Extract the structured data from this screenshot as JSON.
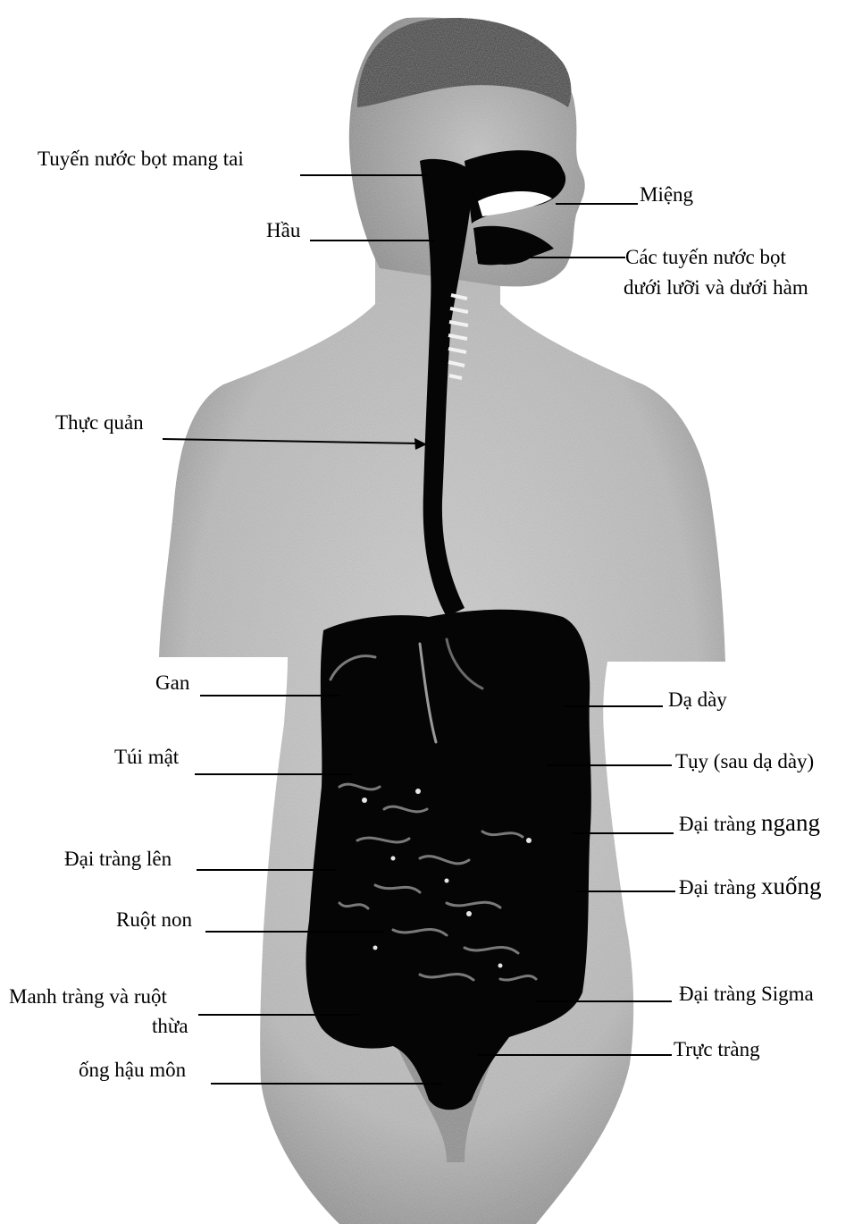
{
  "colors": {
    "ink": "#000000",
    "skin": "#c9c9c9",
    "skin_shadow": "#8a8a8a",
    "organ": "#050505",
    "background": "#ffffff"
  },
  "labels_left": {
    "parotid": "Tuyến nước bọt mang tai",
    "pharynx": "Hầu",
    "esophagus": "Thực quản",
    "liver": "Gan",
    "gallbladder": "Túi mật",
    "ascending_colon": "Đại tràng lên",
    "small_intestine": "Ruột non",
    "cecum_appendix_line1": "Manh tràng và ruột",
    "cecum_appendix_line2": "thừa",
    "anal_canal": "ống hậu môn"
  },
  "labels_right": {
    "mouth": "Miệng",
    "salivary_line1": "Các tuyến nước bọt",
    "salivary_line2": "dưới lưỡi và dưới hàm",
    "stomach": "Dạ dày",
    "pancreas": "Tụy (sau dạ dày)",
    "transverse_colon_prefix": "Đại tràng",
    "transverse_colon_word": "ngang",
    "descending_colon_prefix": "Đại tràng",
    "descending_colon_word": "xuống",
    "sigmoid_colon": "Đại tràng Sigma",
    "rectum": "Trực tràng"
  }
}
